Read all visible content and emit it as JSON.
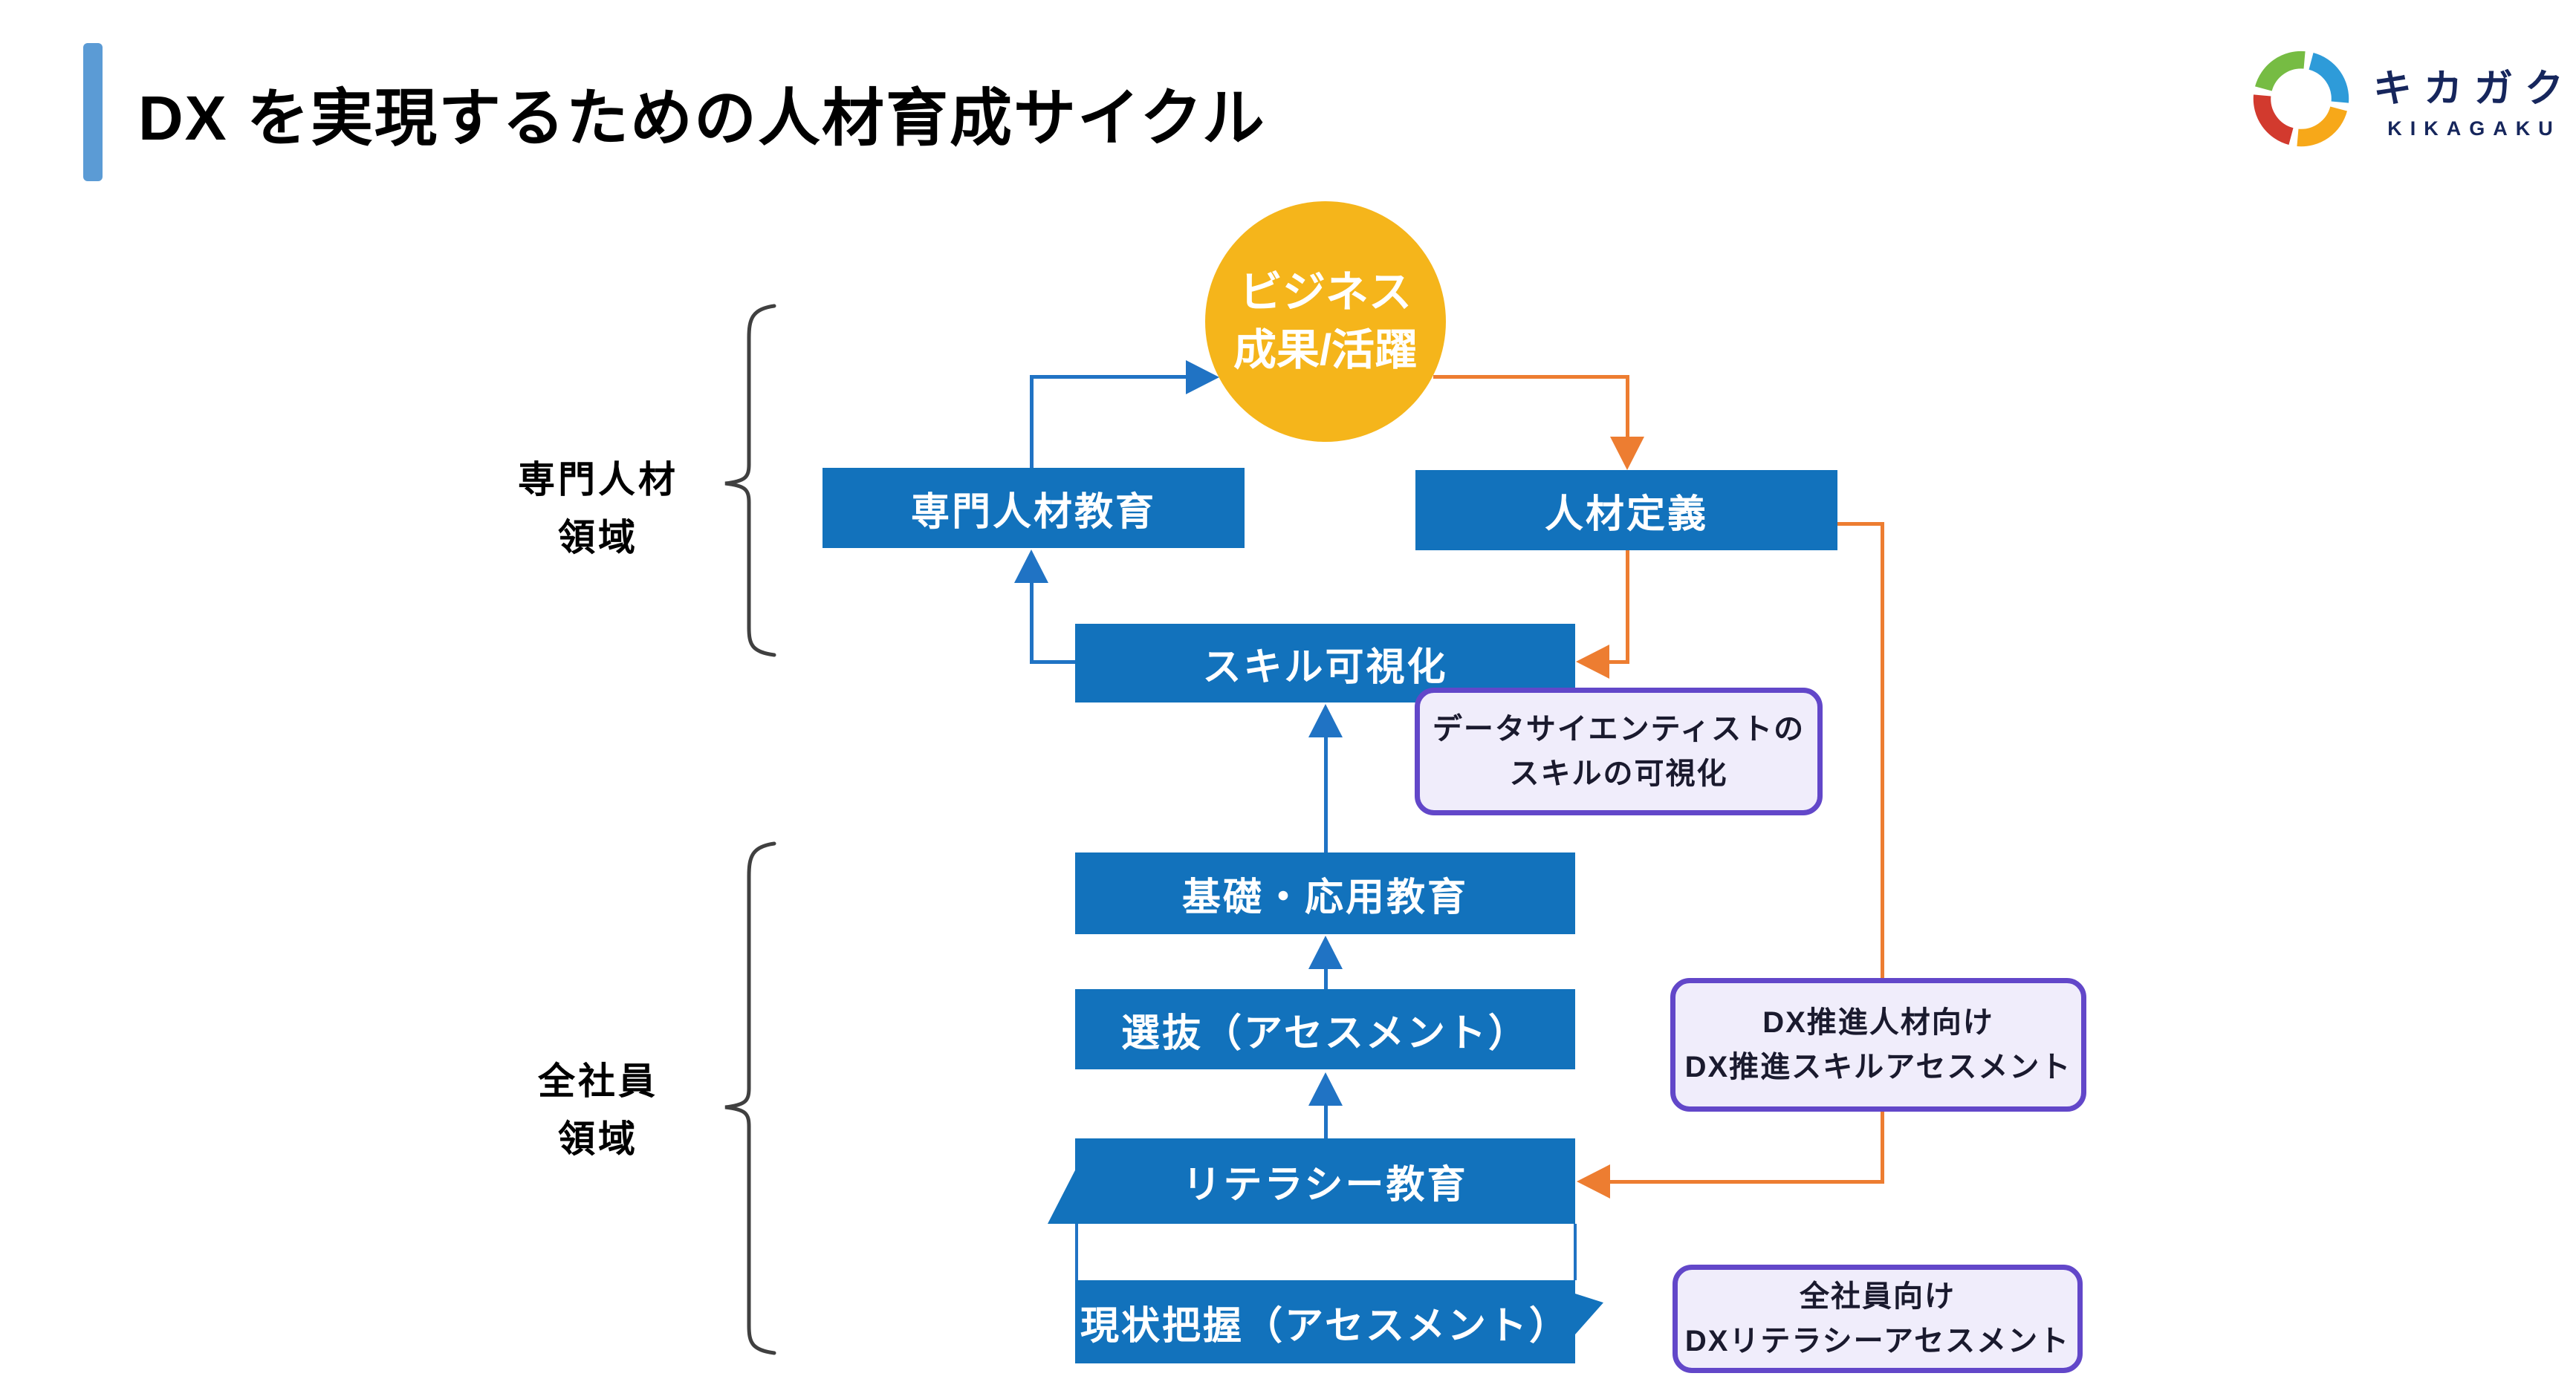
{
  "header": {
    "title": "DX を実現するための人材育成サイクル"
  },
  "logo": {
    "name_jp": "キカガク",
    "name_en": "KIKAGAKU"
  },
  "colors": {
    "box_blue": "#1272BC",
    "arrow_blue": "#2073C4",
    "arrow_orange": "#ED7D31",
    "circle_yellow": "#F5B51B",
    "callout_border": "#6247C9",
    "callout_bg": "#F0EDFB",
    "accent_bar": "#5B9BD5",
    "logo_navy": "#16265C"
  },
  "diagram": {
    "cycle_top": {
      "line1": "ビジネス",
      "line2": "成果/活躍"
    },
    "boxes": {
      "senmon": "専門人材教育",
      "teigi": "人材定義",
      "kashika": "スキル可視化",
      "kiso": "基礎・応用教育",
      "senbatsu": "選抜（アセスメント）",
      "literacy": "リテラシー教育",
      "genjo": "現状把握（アセスメント）"
    },
    "callouts": {
      "ds": {
        "line1": "データサイエンティストの",
        "line2": "スキルの可視化"
      },
      "dx": {
        "line1": "DX推進人材向け",
        "line2": "DX推進スキルアセスメント"
      },
      "zen": {
        "line1": "全社員向け",
        "line2": "DXリテラシーアセスメント"
      }
    },
    "regions": {
      "senmon_area": {
        "line1": "専門人材",
        "line2": "領域"
      },
      "zenshain_area": {
        "line1": "全社員",
        "line2": "領域"
      }
    }
  }
}
